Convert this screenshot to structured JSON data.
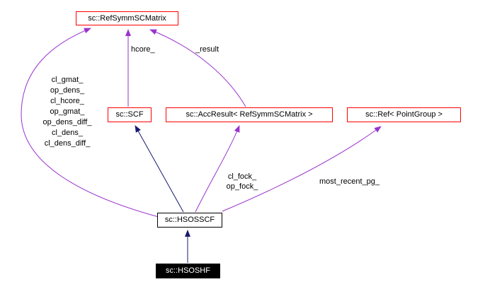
{
  "nodes": {
    "refsymmscmatrix": {
      "label": "sc::RefSymmSCMatrix"
    },
    "scf": {
      "label": "sc::SCF"
    },
    "accresult": {
      "label": "sc::AccResult< RefSymmSCMatrix >"
    },
    "refpointgroup": {
      "label": "sc::Ref< PointGroup >"
    },
    "hsosscf": {
      "label": "sc::HSOSSCF"
    },
    "hsoshf": {
      "label": "sc::HSOSHF"
    }
  },
  "edges": {
    "hcore_label": "hcore_",
    "result_label": "_result",
    "left_member_labels": [
      "cl_gmat_",
      "op_dens_",
      "cl_hcore_",
      "op_gmat_",
      "op_dens_diff_",
      "cl_dens_",
      "cl_dens_diff_"
    ],
    "fock_labels": [
      "cl_fock_",
      "op_fock_"
    ],
    "most_recent_pg_label": "most_recent_pg_"
  },
  "colors": {
    "usage_edge": "#9a32cd",
    "inheritance_edge": "#191970",
    "linked_node_border": "#ff0000",
    "plain_node_border": "#000000",
    "current_node_bg": "#000000",
    "current_node_text": "#ffffff",
    "background": "#ffffff"
  }
}
